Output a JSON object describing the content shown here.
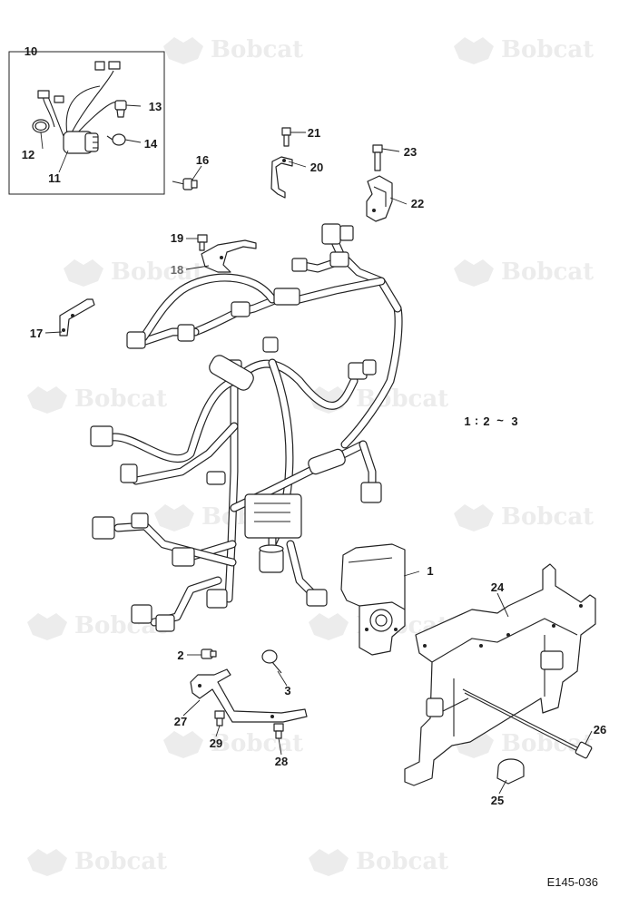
{
  "watermark": {
    "brand": "Bobcat",
    "color": "#ececec"
  },
  "diagram_code": "E145-036",
  "reference_note": {
    "left": "1",
    "sep1": ":",
    "mid": "2",
    "sep2": "~",
    "right": "3"
  },
  "callouts": [
    "10",
    "11",
    "12",
    "13",
    "14",
    "16",
    "21",
    "20",
    "23",
    "22",
    "19",
    "18",
    "17",
    "1",
    "24",
    "2",
    "3",
    "27",
    "29",
    "28",
    "26",
    "25"
  ],
  "colors": {
    "line": "#222222",
    "muted_callout": "#6b6b6b"
  }
}
